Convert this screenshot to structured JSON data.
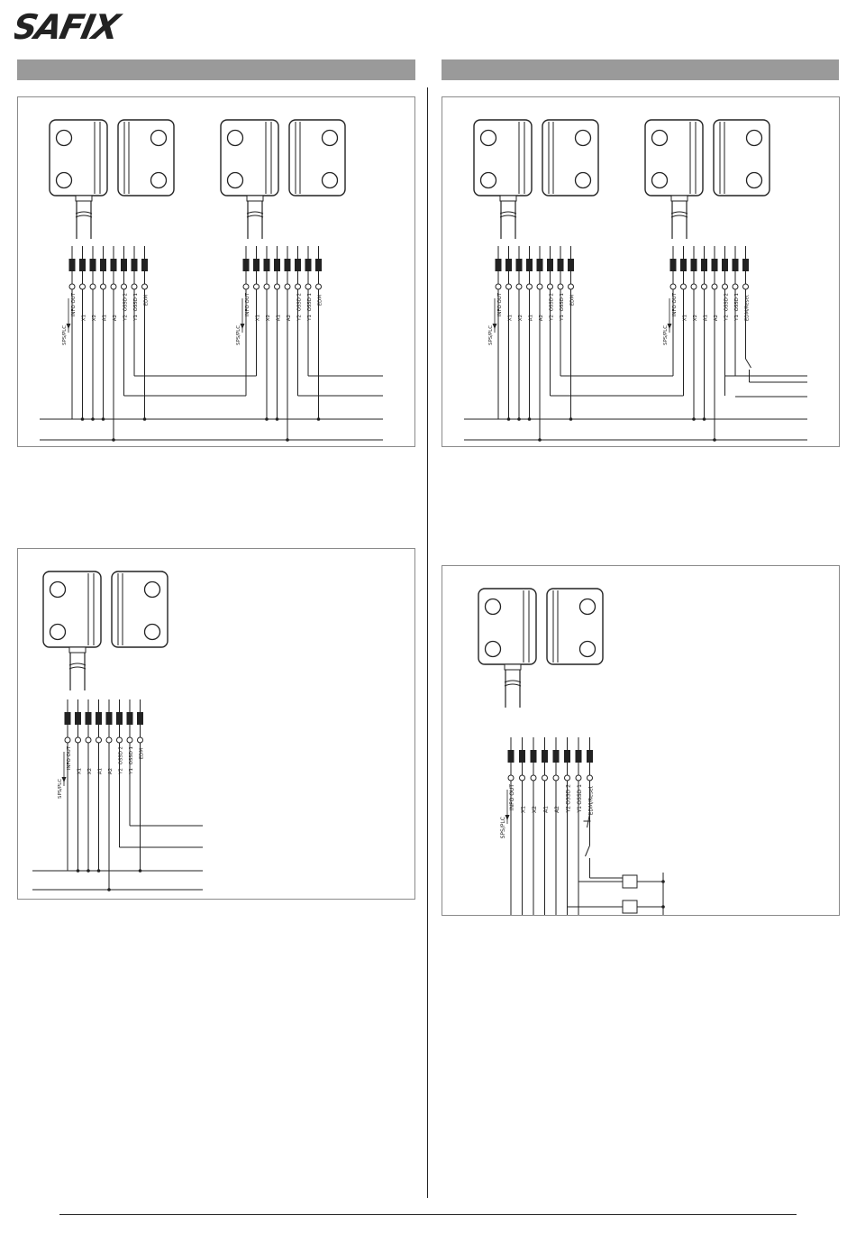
{
  "brand": {
    "logo_text": "SAFIX"
  },
  "header_bars": [
    {
      "id": "left",
      "label": ""
    },
    {
      "id": "right",
      "label": ""
    }
  ],
  "diagrams": [
    {
      "id": "d1",
      "panel": "top-left",
      "sensors": [
        {
          "terminals": [
            "SPS/PLC",
            "INFO OUT",
            "X1",
            "X2",
            "A1",
            "A2",
            "Y2",
            "OSSD 2",
            "Y1",
            "OSSD 1",
            "EDM"
          ]
        },
        {
          "terminals": [
            "SPS/PLC",
            "INFO OUT",
            "X1",
            "X2",
            "A1",
            "A2",
            "Y2",
            "OSSD 2",
            "Y1",
            "OSSD 1",
            "EDM"
          ]
        }
      ]
    },
    {
      "id": "d2",
      "panel": "top-right",
      "sensors": [
        {
          "terminals": [
            "SPS/PLC",
            "INFO OUT",
            "X1",
            "X2",
            "A1",
            "A2",
            "Y2",
            "OSSD 2",
            "Y1",
            "OSSD 1",
            "EDM"
          ]
        },
        {
          "terminals": [
            "SPS/PLC",
            "INFO OUT",
            "X1",
            "X2",
            "A1",
            "A2",
            "Y2",
            "OSSD 2",
            "Y1",
            "OSSD 1",
            "EDM/Reset"
          ]
        }
      ]
    },
    {
      "id": "d3",
      "panel": "bottom-left",
      "sensors": [
        {
          "terminals": [
            "SPS/PLC",
            "INFO OUT",
            "X1",
            "X2",
            "A1",
            "A2",
            "Y2",
            "OSSD 2",
            "Y1",
            "OSSD 1",
            "EDM"
          ]
        }
      ]
    },
    {
      "id": "d4",
      "panel": "bottom-right",
      "sensors": [
        {
          "terminals": [
            "SPS/PLC",
            "INFO OUT",
            "X1",
            "X2",
            "A1",
            "A2",
            "Y2",
            "OSSD 2",
            "Y1",
            "OSSD 1",
            "EDM/Reset"
          ]
        }
      ]
    }
  ],
  "colors": {
    "bar": "#9a9a9a",
    "line": "#222222",
    "border": "#8a8a8a"
  }
}
